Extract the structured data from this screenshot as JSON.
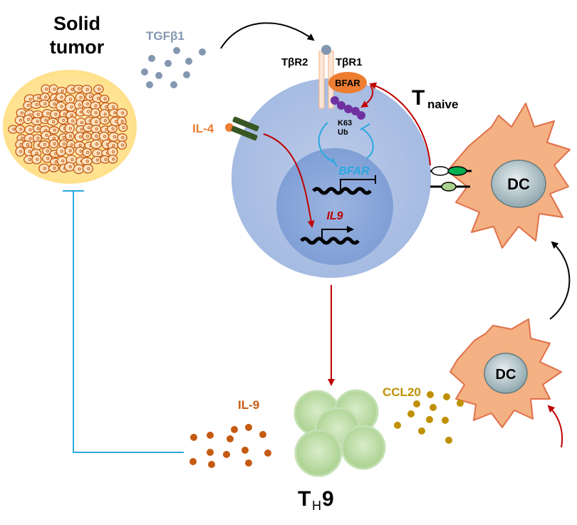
{
  "labels": {
    "solid_tumor_line1": "Solid",
    "solid_tumor_line2": "tumor",
    "tgfb1": "TGFβ1",
    "tbr2": "TβR2",
    "tbr1": "TβR1",
    "bfar_protein": "BFAR",
    "k63": "K63",
    "ub": "Ub",
    "t_naive_main": "T",
    "t_naive_sub": "naive",
    "il4": "IL-4",
    "bfar_gene": "BFAR",
    "il9_gene": "IL9",
    "dc_top": "DC",
    "dc_bottom": "DC",
    "ccl20": "CCL20",
    "il9_cytokine": "IL-9",
    "th9_main": "T",
    "th9_sub": "H",
    "th9_num": "9"
  },
  "colors": {
    "activation_arrow": "#c00000",
    "inhibition_line": "#29a9e0",
    "migration_arrow": "#000000",
    "tgfb1_dots": "#8497b0",
    "il4_label": "#ed7d31",
    "ccl20": "#bf9000",
    "il9": "#c55a11",
    "th9_cells": "#a9d18e",
    "dc_body": "#f4b183",
    "tumor_bg": "#ffe699",
    "cell": "#b4c7e7",
    "nucleus": "#8faadc",
    "bfar_protein": "#ed7d31",
    "ubiquitin": "#7030a0"
  }
}
